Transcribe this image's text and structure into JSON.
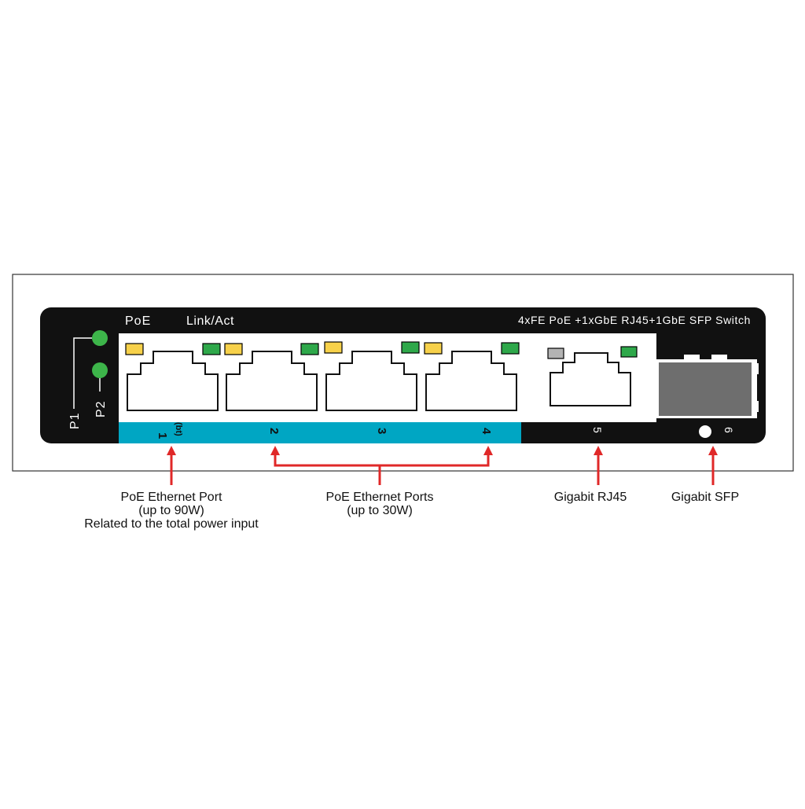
{
  "device": {
    "model_label": "4xFE PoE +1xGbE RJ45+1GbE SFP Switch",
    "poe_label": "PoE",
    "link_act_label": "Link/Act",
    "power_indicators": [
      {
        "label": "P1",
        "color": "#3db54a"
      },
      {
        "label": "P2",
        "color": "#3db54a"
      }
    ],
    "ports": [
      {
        "number": "1",
        "sub": "(bt)",
        "poe_led": "#f7d14a",
        "link_led": "#2ea84a",
        "poe_band": true
      },
      {
        "number": "2",
        "sub": "",
        "poe_led": "#f7d14a",
        "link_led": "#2ea84a",
        "poe_band": true
      },
      {
        "number": "3",
        "sub": "",
        "poe_led": "#f7d14a",
        "link_led": "#2ea84a",
        "poe_band": true
      },
      {
        "number": "4",
        "sub": "",
        "poe_led": "#f7d14a",
        "link_led": "#2ea84a",
        "poe_band": true
      },
      {
        "number": "5",
        "sub": "",
        "poe_led": "#b3b3b3",
        "link_led": "#2ea84a",
        "poe_band": false
      }
    ],
    "sfp_port": {
      "number": "6"
    }
  },
  "colors": {
    "chassis": "#111111",
    "poe_band": "#00a6c3",
    "callout_red": "#e02828",
    "sfp_cage": "#6e6e6e"
  },
  "callouts": [
    {
      "id": "poe-bt",
      "lines": [
        "PoE Ethernet Port",
        "(up to 90W)",
        "Related to the total power input"
      ]
    },
    {
      "id": "poe-at",
      "lines": [
        "PoE Ethernet Ports",
        "(up to 30W)"
      ]
    },
    {
      "id": "gbe-rj45",
      "lines": [
        "Gigabit RJ45"
      ]
    },
    {
      "id": "gbe-sfp",
      "lines": [
        "Gigabit SFP"
      ]
    }
  ]
}
